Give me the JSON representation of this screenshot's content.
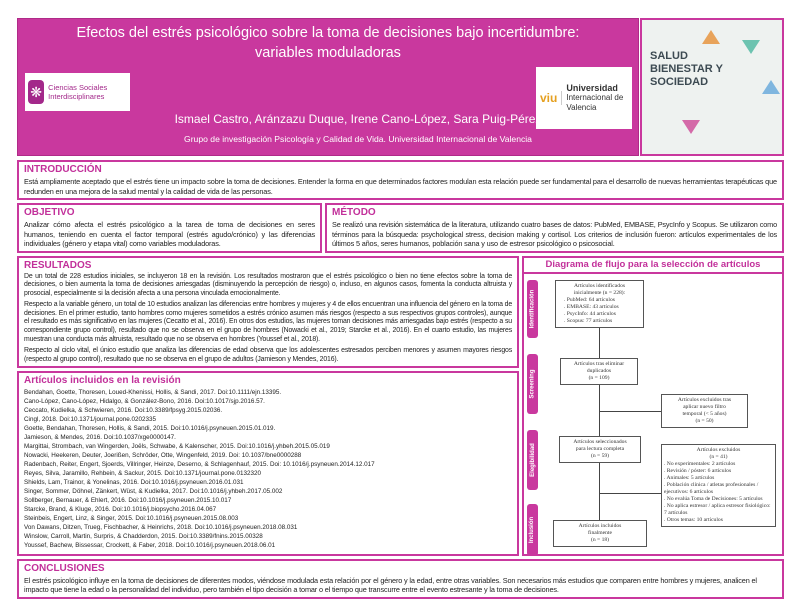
{
  "header": {
    "title": "Efectos del estrés psicológico sobre la toma de decisiones bajo incertidumbre: variables moduladoras",
    "authors": "Ismael Castro, Aránzazu Duque, Irene Cano-López, Sara Puig-Pérez",
    "affiliation": "Grupo de investigación Psicología y Calidad de Vida. Universidad Internacional de Valencia",
    "logo_left": "Ciencias Sociales Interdisciplinares",
    "logo_viu_mark": "viu",
    "logo_viu_name": "Universidad",
    "logo_viu_sub": "Internacional de Valencia",
    "congress_logo": "SALUD BIENESTAR Y SOCIEDAD"
  },
  "intro": {
    "heading": "INTRODUCCIÓN",
    "text": "Está ampliamente aceptado que el estrés tiene un impacto sobre la toma de decisiones. Entender la forma en que determinados factores modulan esta relación puede ser fundamental para el desarrollo de nuevas herramientas terapéuticas que redunden en una mejora de la salud mental y la calidad de vida de las personas."
  },
  "objetivo": {
    "heading": "OBJETIVO",
    "text": "Analizar cómo afecta el estrés psicológico a la tarea de toma de decisiones en seres humanos, teniendo en cuenta el factor temporal (estrés agudo/crónico) y las diferencias individuales (género y etapa vital) como variables moduladoras."
  },
  "metodo": {
    "heading": "MÉTODO",
    "text": "Se realizó una revisión sistemática de la literatura, utilizando cuatro bases de datos: PubMed, EMBASE, PsycInfo y Scopus. Se utilizaron como términos para la búsqueda: psychological stress, decision making y cortisol. Los criterios de inclusión fueron: artículos experimentales de los últimos 5 años, seres humanos, población sana y uso de estresor psicológico o psicosocial."
  },
  "resultados": {
    "heading": "RESULTADOS",
    "paragraphs": [
      "De un total de 228 estudios iniciales, se incluyeron 18 en la revisión. Los resultados mostraron que el estrés psicológico o bien no tiene efectos sobre la toma de decisiones, o bien aumenta la toma de decisiones arriesgadas (disminuyendo la percepción de riesgo) o, incluso, en algunos casos, fomenta la conducta altruista y prosocial, especialmente si la decisión afecta a una persona vinculada emocionalmente.",
      "Respecto a la variable género, un total de 10 estudios analizan las diferencias entre hombres y mujeres y 4 de ellos encuentran una influencia del género en la toma de decisiones. En el primer estudio, tanto hombres como mujeres sometidos a estrés crónico asumen más riesgos (respecto a sus respectivos grupos controles), aunque el resultado es más significativo en las mujeres (Cecatto et al., 2016). En otros dos estudios, las mujeres toman decisiones más arriesgadas bajo estrés (respecto a su correspondiente grupo control), resultado que no se observa en el grupo de hombres (Nowacki et al., 2019; Starcke et al., 2016). En el cuarto estudio, las mujeres muestran una conducta más altruista, resultado que no se observa en hombres (Youssef et al., 2018).",
      "Respecto al ciclo vital, el único estudio que analiza las diferencias de edad observa que los adolescentes estresados perciben menores y asumen mayores riesgos (respecto al grupo control), resultado que no se observa en el grupo de adultos (Jamieson y Mendes, 2016)."
    ]
  },
  "articulos": {
    "heading": "Artículos incluidos en la revisión",
    "items": [
      "Bendahan, Goette, Thoresen, Loued-Khenissi, Hollis, & Sandi, 2017. Doi:10.1111/ejn.13395.",
      "Cano-López, Cano-López, Hidalgo, & González-Bono, 2016. Doi:10.1017/sjp.2016.57.",
      "Ceccato, Kudielka, & Schwieren, 2016. Doi:10.3389/fpsyg.2015.02036.",
      "Cingl, 2018. Doi:10.1371/journal.pone.0202335",
      "Goette, Bendahan, Thoresen, Hollis, & Sandi, 2015. Doi:10.1016/j.psyneuen.2015.01.019.",
      "Jamieson, & Mendes, 2016. Doi:10.1037/xge0000147.",
      "Margittai, Strombach, van Wingerden, Joëls, Schwabe, & Kalenscher, 2015. Doi:10.1016/j.yhbeh.2015.05.019",
      "Nowacki, Heekeren, Deuter, Joerißen, Schröder, Otte, Wingenfeld, 2019. Doi: 10.1037/bne0000288",
      "Radenbach, Reiter, Engert, Sjoerds, Villringer, Heinze, Deserno, & Schlagenhauf, 2015. Doi: 10.1016/j.psyneuen.2014.12.017",
      "Reyes, Silva, Jaramillo, Rehbein, & Sackur, 2015. Doi:10.1371/journal.pone.0132320",
      "Shields, Lam, Trainor, & Yonelinas, 2016. Doi:10.1016/j.psyneuen.2016.01.031",
      "Singer, Sommer, Döhnel, Zänkert, Wüst, & Kudielka, 2017. Doi:10.1016/j.yhbeh.2017.05.002",
      "Sollberger, Bernauer, & Ehlert, 2016. Doi:10.1016/j.psyneuen.2015.10.017",
      "Starcke, Brand, & Kluge, 2016. Doi:10.1016/j.biopsycho.2016.04.067",
      "Steinbeis, Engert, Linz, & Singer, 2015. Doi:10.1016/j.psyneuen.2015.08.003",
      "Von Dawans, Ditzen, Trueg, Fischbacher, & Heinrichs, 2018. Doi:10.1016/j.psyneuen.2018.08.031",
      "Winslow, Carroll, Martin, Surpris, & Chadderdon, 2015. Doi:10.3389/fnins.2015.00328",
      "Youssef, Bachew, Bissessar, Crockett, & Faber, 2018. Doi:10.1016/j.psyneuen.2018.06.01"
    ]
  },
  "diagrama": {
    "heading": "Diagrama de flujo para la selección de artículos",
    "stages": [
      "Identificación",
      "Screening",
      "Elegibilidad",
      "Inclusión"
    ],
    "box_identified": [
      "Artículos identificados",
      "inicialmente (n = 228):",
      ". PubMed: 64 artículos",
      ". EMBASE: 43 artículos",
      ". PsycInfo: 44 artículos",
      ". Scopus: 77 artículos"
    ],
    "box_dedup": [
      "Artículos tras eliminar",
      "duplicados",
      "(n = 109)"
    ],
    "box_excluded_time": [
      "Artículos excluidos tras",
      "aplicar nuevo filtro",
      "temporal (< 5 años)",
      "(n = 50)"
    ],
    "box_selected": [
      "Artículos seleccionados",
      "para lectura completa",
      "(n = 59)"
    ],
    "box_excluded": [
      "Artículos excluidos",
      "(n = 41)",
      ". No experimentales: 2 artículos",
      ". Revisión / póster: 6 artículos",
      ". Animales: 5 artículos",
      ". Población clínica / atletas profesionales / ejecutivos: 6 artículos",
      ". No evalúa Toma de Decisiones: 5 artículos",
      ". No aplica estresor / aplica estresor fisiológico: 7 artículos",
      ". Otros temas: 10 artículos"
    ],
    "box_included": [
      "Artículos incluidos",
      "finalmente",
      "(n = 18)"
    ]
  },
  "conclusiones": {
    "heading": "CONCLUSIONES",
    "text": "El estrés psicológico influye en la toma de decisiones de diferentes modos, viéndose modulada esta relación por el género y la edad, entre otras variables. Son necesarios más estudios que comparen entre hombres y mujeres, analicen el impacto que tiene la edad o la personalidad del individuo, pero también el tipo decisión a tomar o el tiempo que transcurre entre el evento estresante y la toma de decisiones."
  },
  "colors": {
    "accent": "#c9389e",
    "heading": "#c2309a"
  }
}
